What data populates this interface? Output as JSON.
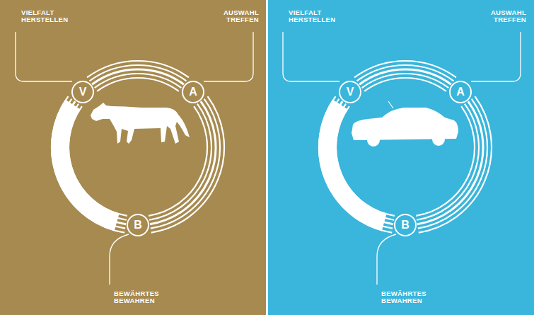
{
  "diagram": {
    "nodes": [
      {
        "text": [
          "V"
        ]
      },
      {
        "text": [
          "A"
        ]
      },
      {
        "text": [
          "B"
        ]
      },
      {
        "text": [
          "V"
        ]
      },
      {
        "text": [
          "A"
        ]
      },
      {
        "text": [
          "B"
        ]
      }
    ],
    "edges": [
      {
        "from": 0,
        "to": 1,
        "arrow": "none"
      },
      {
        "from": 1,
        "to": 2,
        "arrow": "none"
      },
      {
        "from": 2,
        "to": 0,
        "arrow": "none"
      },
      {
        "from": 3,
        "to": 4,
        "arrow": "none"
      },
      {
        "from": 4,
        "to": 5,
        "arrow": "none"
      },
      {
        "from": 5,
        "to": 3,
        "arrow": "none"
      }
    ],
    "labels": [
      "VIELFALT HERSTELLEN",
      "AUSWAHL TREFFEN",
      "VIELFALT HERSTELLEN",
      "AUSWAHL TREFFEN",
      "BEWÄHRTES BEWAHREN",
      "BEWÄHRTES BEWAHREN"
    ]
  }
}
